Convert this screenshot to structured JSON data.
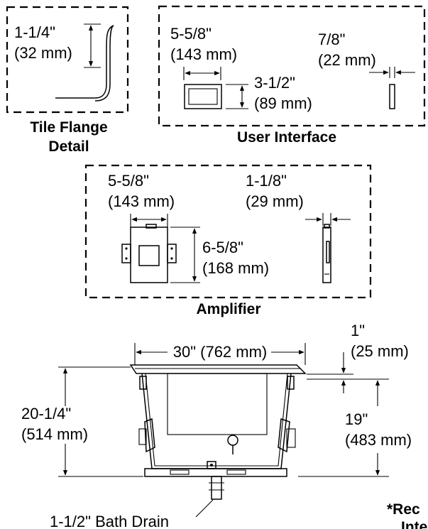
{
  "tile_flange": {
    "dim_in": "1-1/4\"",
    "dim_mm": "(32 mm)",
    "caption_line1": "Tile Flange",
    "caption_line2": "Detail"
  },
  "user_interface": {
    "width_in": "5-5/8\"",
    "width_mm": "(143 mm)",
    "height_in": "3-1/2\"",
    "height_mm": "(89 mm)",
    "depth_in": "7/8\"",
    "depth_mm": "(22 mm)",
    "caption": "User Interface"
  },
  "amplifier": {
    "width_in": "5-5/8\"",
    "width_mm": "(143 mm)",
    "depth_in": "1-1/8\"",
    "depth_mm": "(29 mm)",
    "height_in": "6-5/8\"",
    "height_mm": "(168 mm)",
    "caption": "Amplifier"
  },
  "bath": {
    "width_label": "30\" (762 mm)",
    "height_in": "20-1/4\"",
    "height_mm": "(514 mm)",
    "flange_in": "1\"",
    "flange_mm": "(25 mm)",
    "rim_in": "19\"",
    "rim_mm": "(483 mm)",
    "drain_label": "1-1/2\" Bath Drain"
  },
  "footnote": {
    "line1": "*Rec",
    "line2": "Inte"
  }
}
